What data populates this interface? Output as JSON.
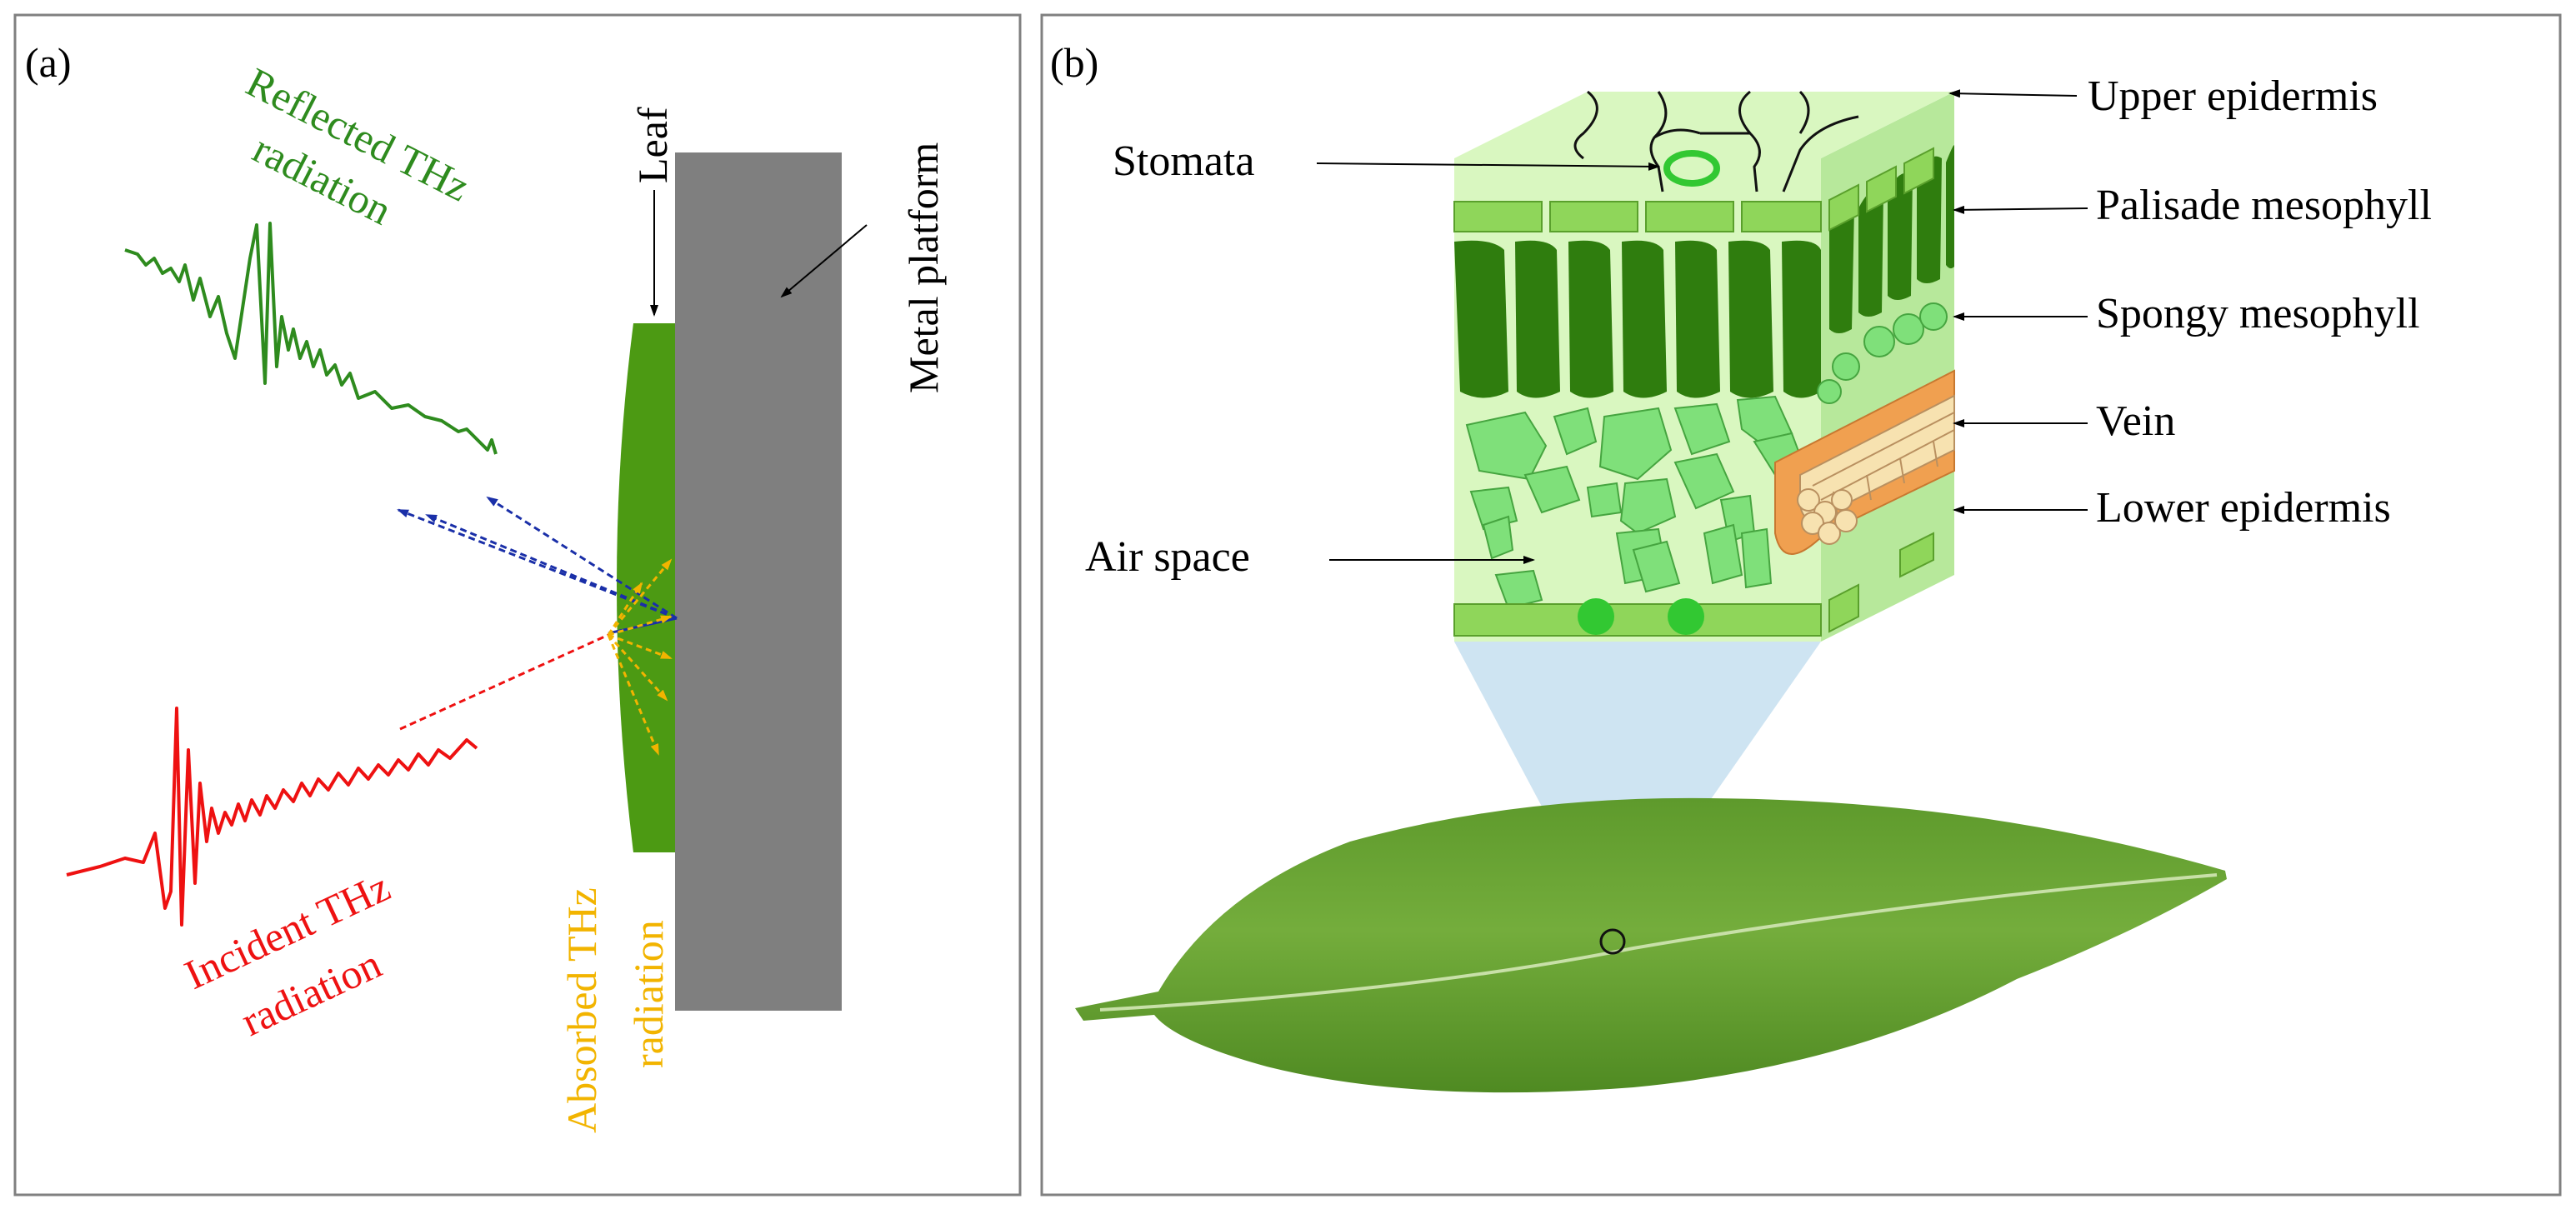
{
  "panel_a": {
    "label": "(a)",
    "leaf_label": "Leaf",
    "platform_label": "Metal platform",
    "reflected_line1": "Reflected THz",
    "reflected_line2": "radiation",
    "incident_line1": "Incident THz",
    "incident_line2": "radiation",
    "absorbed_line1": "Absorbed THz",
    "absorbed_line2": "radiation"
  },
  "panel_b": {
    "label": "(b)",
    "upper_epidermis": "Upper epidermis",
    "stomata": "Stomata",
    "palisade": "Palisade mesophyll",
    "spongy": "Spongy mesophyll",
    "vein": "Vein",
    "lower_epidermis": "Lower epidermis",
    "air_space": "Air space"
  },
  "colors": {
    "reflected": "#2e8b1e",
    "incident": "#ee1111",
    "absorbed": "#f2b400",
    "beam_blue": "#1a2fa8",
    "platform": "#7f7f7f",
    "leaf_side": "#4c9a13",
    "block_light": "#d9f7c0",
    "palisade": "#2f7d0e",
    "spongy": "#7fe07a",
    "vein_orange": "#f0a050",
    "leaf_photo": "#6aa23a"
  }
}
